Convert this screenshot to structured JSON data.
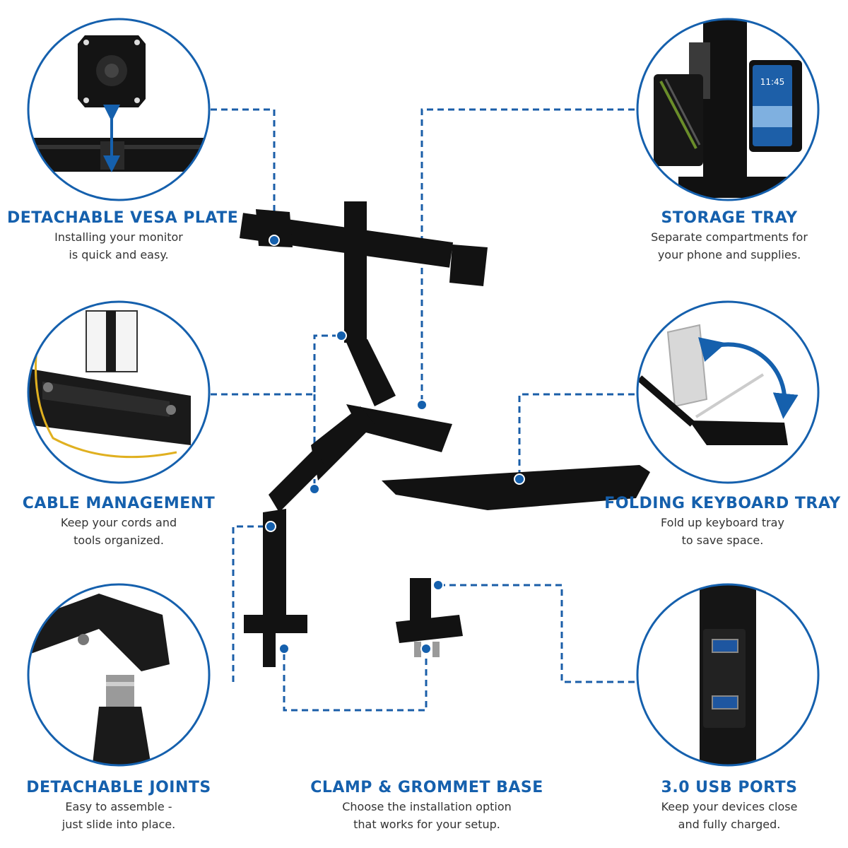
{
  "features": [
    {
      "id": "vesa",
      "title": "DETACHABLE VESA PLATE",
      "desc_line1": "Installing your monitor",
      "desc_line2": "is quick and easy."
    },
    {
      "id": "storage",
      "title": "STORAGE TRAY",
      "desc_line1": "Separate compartments for",
      "desc_line2": "your phone and supplies."
    },
    {
      "id": "cable",
      "title": "CABLE MANAGEMENT",
      "desc_line1": "Keep your cords and",
      "desc_line2": "tools organized."
    },
    {
      "id": "keyboard",
      "title": "FOLDING KEYBOARD TRAY",
      "desc_line1": "Fold up keyboard tray",
      "desc_line2": "to save space."
    },
    {
      "id": "joints",
      "title": "DETACHABLE JOINTS",
      "desc_line1": "Easy to assemble -",
      "desc_line2": "just slide into place."
    },
    {
      "id": "clamp",
      "title": "CLAMP & GROMMET BASE",
      "desc_line1": "Choose the installation option",
      "desc_line2": "that works for your setup."
    },
    {
      "id": "usb",
      "title": "3.0 USB PORTS",
      "desc_line1": "Keep your devices close",
      "desc_line2": "and fully charged."
    }
  ],
  "phone_screen_time": "11:45",
  "colors": {
    "accent": "#1560ad",
    "hardware": "#111111",
    "text": "#333333"
  }
}
